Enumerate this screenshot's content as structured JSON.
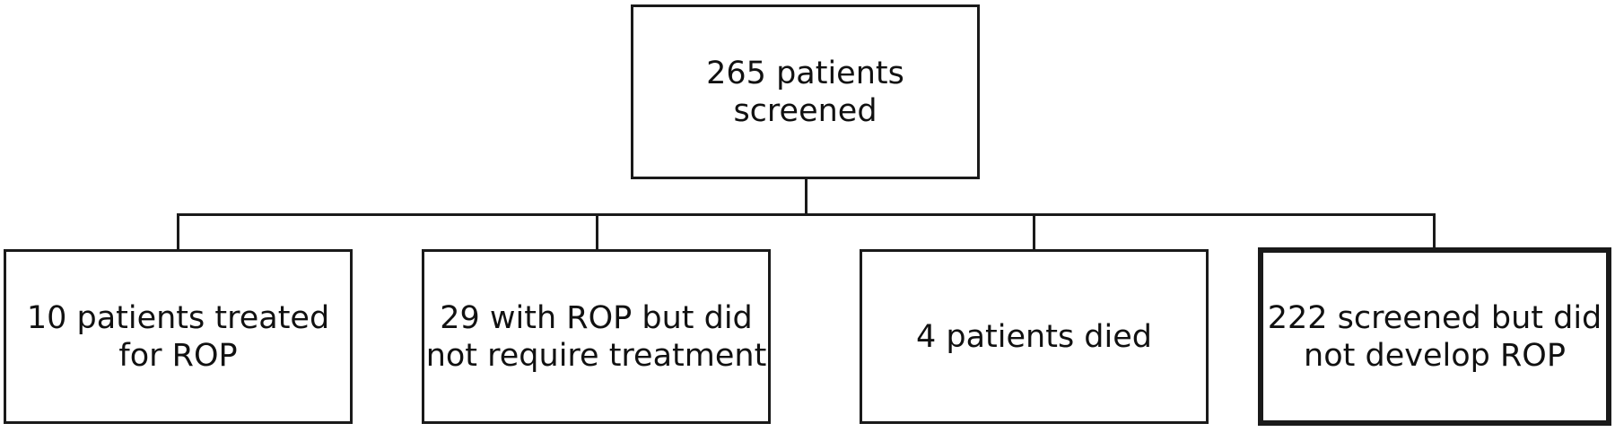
{
  "flowchart": {
    "root": {
      "text": "265 patients\nscreened"
    },
    "outcomes": [
      {
        "text": "10 patients treated\nfor ROP"
      },
      {
        "text": "29 with ROP but did\nnot require treatment"
      },
      {
        "text": "4 patients died"
      },
      {
        "text": "222 screened but did\nnot develop ROP"
      }
    ]
  }
}
